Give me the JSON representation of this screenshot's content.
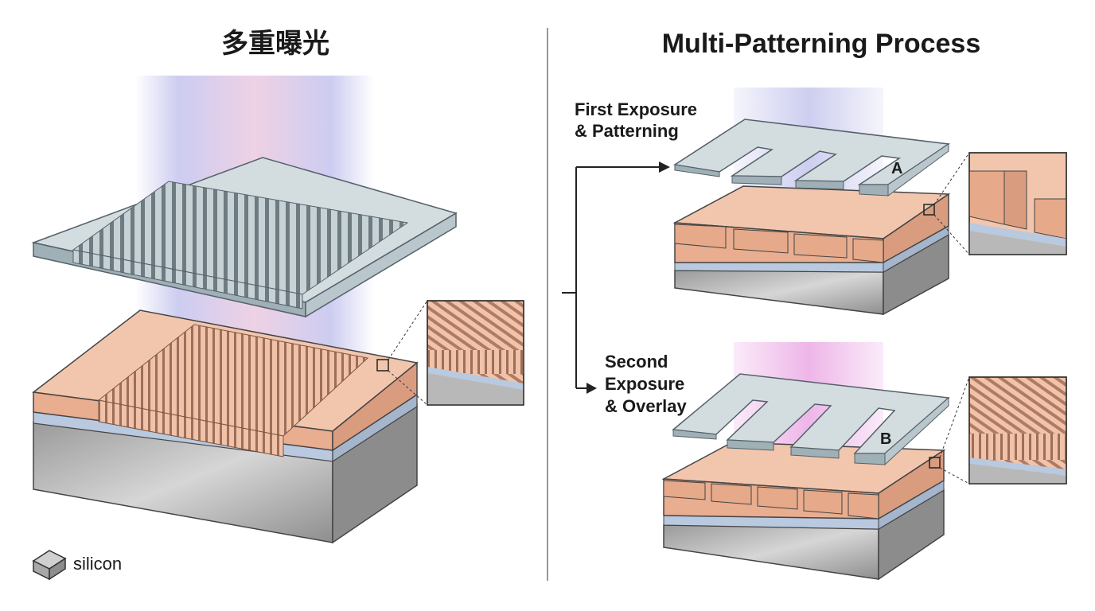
{
  "left_title": "多重曝光",
  "right_title": "Multi-Patterning Process",
  "step_first": [
    "First Exposure",
    "& Patterning"
  ],
  "step_second": [
    "Second",
    "Exposure",
    "& Overlay"
  ],
  "mask_a_label": "A",
  "mask_b_label": "B",
  "legend_label": "silicon",
  "colors": {
    "mask": "#c7d2d6",
    "photoresist": "#f2bfa4",
    "oxide_layer": "#b9c9df",
    "silicon": "#b4b4b4",
    "light_first": "#9b9de0",
    "light_second": "#e07ad6"
  }
}
